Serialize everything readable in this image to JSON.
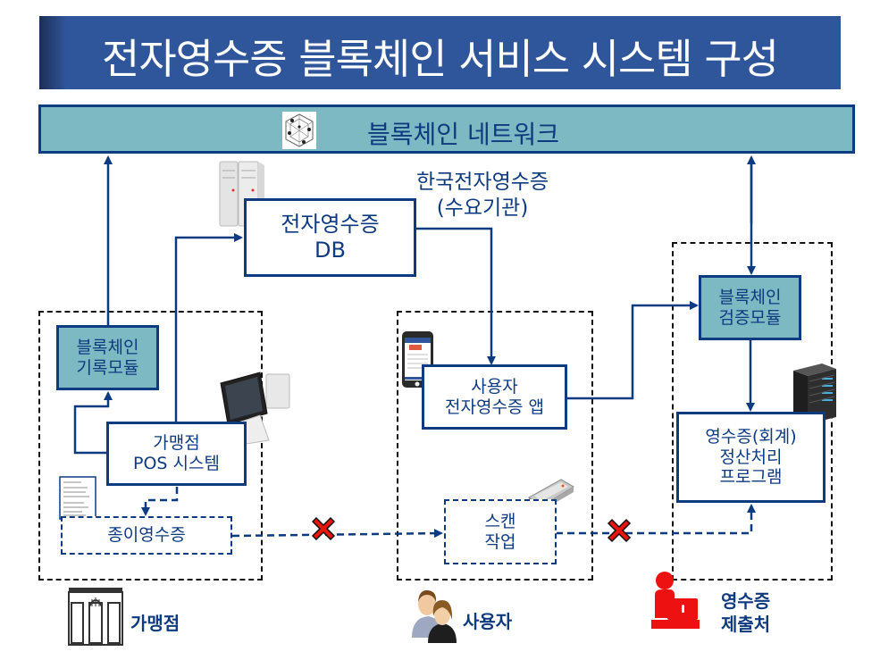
{
  "title": "전자영수증 블록체인 서비스 시스템 구성",
  "network": {
    "label": "블록체인 네트워크",
    "icon": "blockchain-network-icon"
  },
  "organization": {
    "line1": "한국전자영수증",
    "line2": "(수요기관)"
  },
  "nodes": {
    "db": {
      "line1": "전자영수증",
      "line2": "DB",
      "icon": "server-icon"
    },
    "record_module": {
      "line1": "블록체인",
      "line2": "기록모듈"
    },
    "pos": {
      "line1": "가맹점",
      "line2": "POS 시스템",
      "icon": "pos-terminal-icon"
    },
    "paper_receipt": {
      "label": "종이영수증",
      "icon": "receipt-paper-icon"
    },
    "user_app": {
      "line1": "사용자",
      "line2": "전자영수증 앱",
      "icon": "smartphone-icon"
    },
    "scan": {
      "line1": "스캔",
      "line2": "작업",
      "icon": "scanner-icon"
    },
    "verify_module": {
      "line1": "블록체인",
      "line2": "검증모듈"
    },
    "settlement": {
      "line1": "영수증(회계)",
      "line2": "정산처리",
      "line3": "프로그램",
      "icon": "server-tower-icon"
    }
  },
  "legend": {
    "merchant": {
      "label": "가맹점",
      "icon": "storefront-icon"
    },
    "user": {
      "label": "사용자",
      "icon": "users-icon"
    },
    "submitter": {
      "line1": "영수증",
      "line2": "제출처",
      "icon": "office-worker-icon"
    }
  },
  "blocked_marks": [
    "x-mark-icon",
    "x-mark-icon"
  ],
  "colors": {
    "primary": "#0e3a80",
    "teal": "#7cb9c3",
    "title_bg": "#2f559a",
    "blocked": "#e8150c",
    "submitter": "#ee1111"
  }
}
